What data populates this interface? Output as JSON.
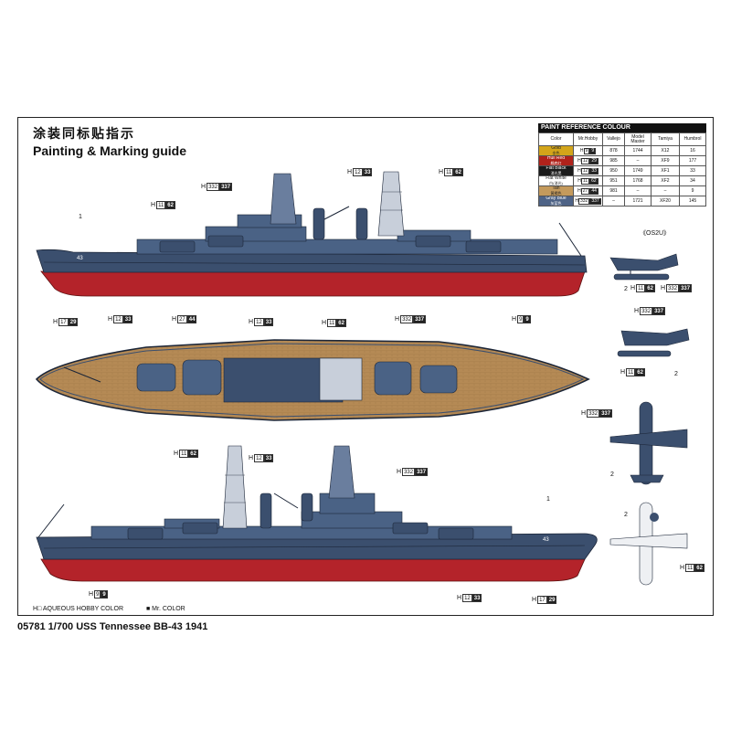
{
  "header": {
    "title_cn": "涂装同标贴指示",
    "title_en": "Painting & Marking guide"
  },
  "paint_table": {
    "caption": "PAINT REFERENCE COLOUR",
    "headers": [
      "Color",
      "Mr.Hobby",
      "Vallejo",
      "Model Master",
      "Tamiya",
      "Humbrol"
    ],
    "rows": [
      {
        "color_en": "Gold",
        "color_cn": "金色",
        "swatch": "#d3a51a",
        "text_color": "#222",
        "h": "9",
        "m": "9",
        "vallejo": "878",
        "model_master": "1744",
        "tamiya": "X12",
        "humbrol": "16"
      },
      {
        "color_en": "Hull Red",
        "color_cn": "舰底红",
        "swatch": "#b0221b",
        "text_color": "#fff",
        "h": "12",
        "m": "29",
        "vallejo": "985",
        "model_master": "–",
        "tamiya": "XF9",
        "humbrol": "177"
      },
      {
        "color_en": "Flat Black",
        "color_cn": "消光黑",
        "swatch": "#1a1a1a",
        "text_color": "#fff",
        "h": "12",
        "m": "33",
        "vallejo": "950",
        "model_master": "1749",
        "tamiya": "XF1",
        "humbrol": "33"
      },
      {
        "color_en": "Flat White",
        "color_cn": "白(消光)",
        "swatch": "#ffffff",
        "text_color": "#222",
        "h": "11",
        "m": "62",
        "vallejo": "951",
        "model_master": "1768",
        "tamiya": "XF2",
        "humbrol": "34"
      },
      {
        "color_en": "Tan",
        "color_cn": "黄褐色",
        "swatch": "#c49a5c",
        "text_color": "#222",
        "h": "27",
        "m": "44",
        "vallejo": "981",
        "model_master": "–",
        "tamiya": "–",
        "humbrol": "9"
      },
      {
        "color_en": "Gray Blue",
        "color_cn": "灰蓝色",
        "swatch": "#4e6386",
        "text_color": "#fff",
        "h": "332",
        "m": "337",
        "vallejo": "–",
        "model_master": "1721",
        "tamiya": "XF20",
        "humbrol": "145"
      }
    ]
  },
  "codes": {
    "c1": {
      "prefix": "H",
      "a": "12",
      "m": "33"
    },
    "c2": {
      "prefix": "H",
      "a": "11",
      "m": "62"
    },
    "c3": {
      "prefix": "H",
      "a": "332",
      "m": "337"
    },
    "c4": {
      "prefix": "H",
      "a": "11",
      "m": "62"
    },
    "c5": {
      "prefix": "H",
      "a": "17",
      "m": "29"
    },
    "c6": {
      "prefix": "H",
      "a": "12",
      "m": "33"
    },
    "c7": {
      "prefix": "H",
      "a": "27",
      "m": "44"
    },
    "c8": {
      "prefix": "H",
      "a": "12",
      "m": "33"
    },
    "c9": {
      "prefix": "H",
      "a": "11",
      "m": "62"
    },
    "c10": {
      "prefix": "H",
      "a": "332",
      "m": "337"
    },
    "c11": {
      "prefix": "H",
      "a": "9",
      "m": "9"
    },
    "c12": {
      "prefix": "H",
      "a": "11",
      "m": "62"
    },
    "c13": {
      "prefix": "H",
      "a": "12",
      "m": "33"
    },
    "c14": {
      "prefix": "H",
      "a": "332",
      "m": "337"
    },
    "c15": {
      "prefix": "H",
      "a": "9",
      "m": "9"
    },
    "c16": {
      "prefix": "H",
      "a": "12",
      "m": "33"
    },
    "c17": {
      "prefix": "H",
      "a": "17",
      "m": "29"
    },
    "c18": {
      "prefix": "H",
      "a": "11",
      "m": "62"
    },
    "c19": {
      "prefix": "H",
      "a": "332",
      "m": "337"
    },
    "c20": {
      "prefix": "H",
      "a": "332",
      "m": "337"
    },
    "c21": {
      "prefix": "H",
      "a": "11",
      "m": "62"
    },
    "c22": {
      "prefix": "H",
      "a": "332",
      "m": "337"
    },
    "c23": {
      "prefix": "H",
      "a": "11",
      "m": "62"
    }
  },
  "callouts": {
    "one": "1",
    "two": "2",
    "hull_number": "43"
  },
  "plane": {
    "label": "《OS2U》"
  },
  "legend": {
    "aqueous": "H□ AQUEOUS HOBBY COLOR",
    "mr": "■ Mr. COLOR"
  },
  "footer": {
    "title": "05781 1/700 USS Tennessee BB-43 1941"
  },
  "colors": {
    "hull_blue": "#3b4f6e",
    "hull_red": "#b4232a",
    "deck_tan": "#b58a55",
    "superstructure": "#4a6285"
  }
}
